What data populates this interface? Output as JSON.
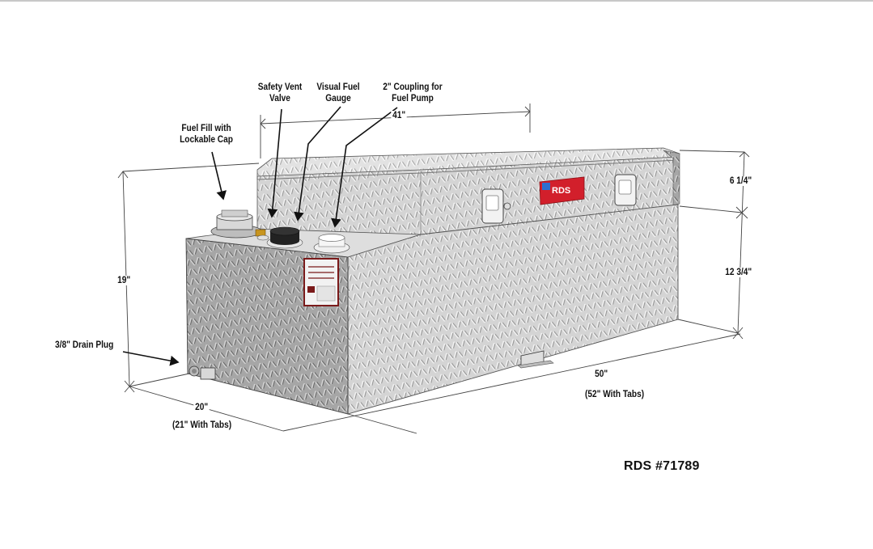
{
  "diagram": {
    "type": "product-dimension-drawing",
    "subject": "Aluminum diamond-plate transfer fuel tank with toolbox",
    "part_number": "RDS #71789",
    "logo_text": "RDS",
    "colors": {
      "diamond_plate_light": "#d2d2d2",
      "diamond_plate_dark": "#9a9a9a",
      "logo_badge": "#d21f2b",
      "label_plate_border": "#7a1a1a",
      "brass_fitting": "#c8951f",
      "gauge_cap": "#222222",
      "line": "#333333"
    }
  },
  "callouts": {
    "fuel_fill": {
      "line1": "Fuel Fill with",
      "line2": "Lockable Cap"
    },
    "safety_vent": {
      "line1": "Safety Vent",
      "line2": "Valve"
    },
    "visual_gauge": {
      "line1": "Visual Fuel",
      "line2": "Gauge"
    },
    "coupling": {
      "line1": "2\" Coupling for",
      "line2": "Fuel Pump"
    },
    "drain_plug": {
      "line1": "3/8\" Drain Plug"
    }
  },
  "dimensions": {
    "toolbox_length": "41\"",
    "toolbox_height": "6 1/4\"",
    "tank_height_right": "12 3/4\"",
    "overall_height": "19\"",
    "depth": "20\"",
    "depth_with_tabs": "(21\" With Tabs)",
    "length": "50\"",
    "length_with_tabs": "(52\" With Tabs)"
  }
}
